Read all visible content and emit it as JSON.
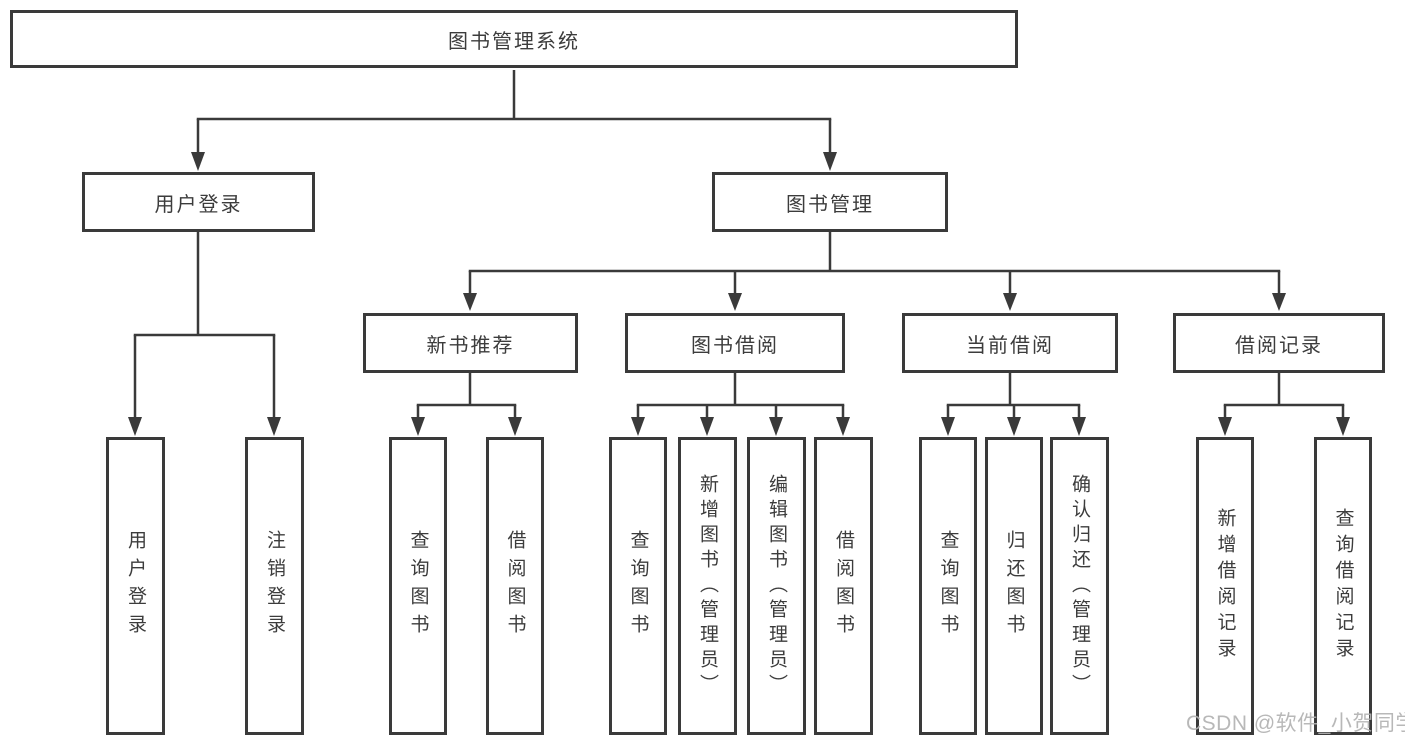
{
  "diagram": {
    "type": "hierarchy-tree",
    "root": {
      "label": "图书管理系统"
    },
    "level2": [
      {
        "label": "用户登录",
        "parent": "图书管理系统"
      },
      {
        "label": "图书管理",
        "parent": "图书管理系统"
      }
    ],
    "level3": [
      {
        "label": "新书推荐",
        "parent": "图书管理"
      },
      {
        "label": "图书借阅",
        "parent": "图书管理"
      },
      {
        "label": "当前借阅",
        "parent": "图书管理"
      },
      {
        "label": "借阅记录",
        "parent": "图书管理"
      }
    ],
    "leaves": [
      {
        "label": "用户登录",
        "parent": "用户登录"
      },
      {
        "label": "注销登录",
        "parent": "用户登录"
      },
      {
        "label": "查询图书",
        "parent": "新书推荐"
      },
      {
        "label": "借阅图书",
        "parent": "新书推荐"
      },
      {
        "label": "查询图书",
        "parent": "图书借阅"
      },
      {
        "label": "新增图书（管理员）",
        "parent": "图书借阅"
      },
      {
        "label": "编辑图书（管理员）",
        "parent": "图书借阅"
      },
      {
        "label": "借阅图书",
        "parent": "图书借阅"
      },
      {
        "label": "查询图书",
        "parent": "当前借阅"
      },
      {
        "label": "归还图书",
        "parent": "当前借阅"
      },
      {
        "label": "确认归还（管理员）",
        "parent": "当前借阅"
      },
      {
        "label": "新增借阅记录",
        "parent": "借阅记录"
      },
      {
        "label": "查询借阅记录",
        "parent": "借阅记录"
      }
    ]
  },
  "watermark": {
    "text": "CSDN @软件_小贺同学"
  },
  "colors": {
    "box_border": "#3a3a3a",
    "connector_line": "#3a3a3a",
    "text": "#3c3c3c",
    "background": "#ffffff",
    "watermark": "#b2b2b2"
  }
}
